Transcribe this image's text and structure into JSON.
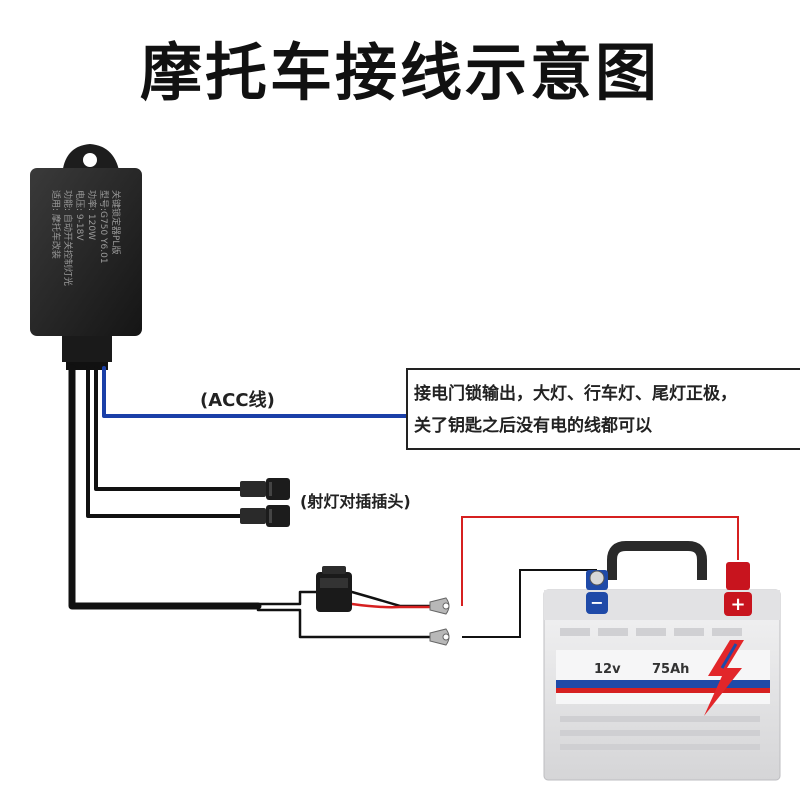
{
  "title": "摩托车接线示意图",
  "module": {
    "label_lines": [
      "关键锁定器PL版",
      "型号:G750 Y6.01",
      "功率: 120W",
      "电压: 9-18V",
      "功能: 自动开关控制灯光",
      "适用: 摩托车改装"
    ]
  },
  "labels": {
    "acc": "(ACC线)",
    "spotlight_plugs": "(射灯对插插头)"
  },
  "note": {
    "line1": "接电门锁输出，大灯、行车灯、尾灯正极，",
    "line2": "关了钥匙之后没有电的线都可以"
  },
  "battery": {
    "voltage": "12v",
    "capacity": "75Ah",
    "plus_symbol": "+",
    "minus_symbol": "−"
  },
  "colors": {
    "acc_wire": "#1a3fa8",
    "positive_wire": "#d62020",
    "main_wire": "#111111",
    "battery_body": "#e9e9ea",
    "terminal_pos": "#c8141e",
    "terminal_neg": "#1f4aa8"
  }
}
